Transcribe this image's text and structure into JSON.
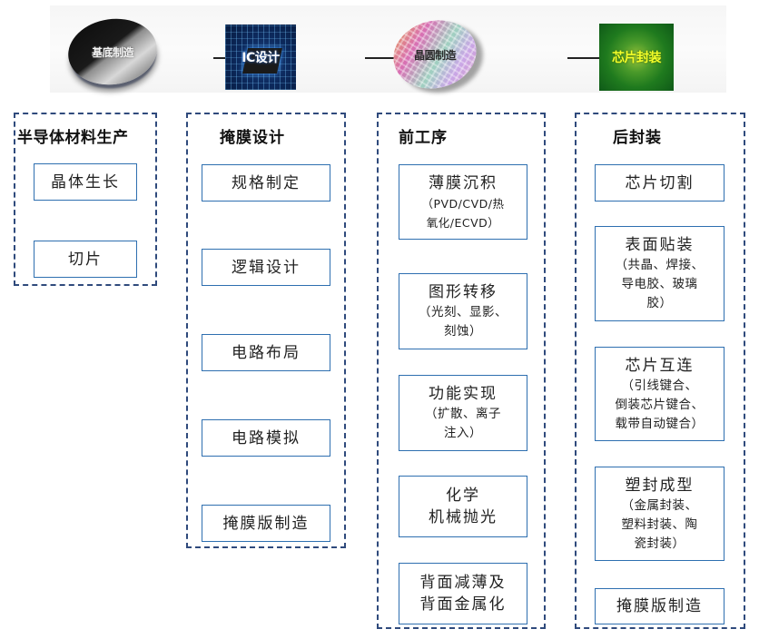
{
  "banner": {
    "stages": [
      {
        "label": "基底制造",
        "icon": "silicon-substrate-disc"
      },
      {
        "label": "IC设计",
        "icon": "ic-chip-circuit"
      },
      {
        "label": "晶圆制造",
        "icon": "wafer"
      },
      {
        "label": "芯片封装",
        "icon": "chip-package"
      }
    ],
    "arrow_icon": "right-arrow"
  },
  "columns": [
    {
      "title": "半导体材料生产",
      "steps": [
        {
          "main": "晶体生长"
        },
        {
          "main": "切片"
        }
      ]
    },
    {
      "title": "掩膜设计",
      "steps": [
        {
          "main": "规格制定"
        },
        {
          "main": "逻辑设计"
        },
        {
          "main": "电路布局"
        },
        {
          "main": "电路模拟"
        },
        {
          "main": "掩膜版制造"
        }
      ]
    },
    {
      "title": "前工序",
      "steps": [
        {
          "main": "薄膜沉积",
          "sub1": "（PVD/CVD/热",
          "sub2": "氧化/ECVD）"
        },
        {
          "main": "图形转移",
          "sub1": "（光刻、显影、",
          "sub2": "刻蚀）"
        },
        {
          "main": "功能实现",
          "sub1": "（扩散、离子",
          "sub2": "注入）"
        },
        {
          "main": "化学",
          "main2": "机械抛光"
        },
        {
          "main": "背面减薄及",
          "main2": "背面金属化"
        }
      ]
    },
    {
      "title": "后封装",
      "steps": [
        {
          "main": "芯片切割"
        },
        {
          "main": "表面贴装",
          "sub1": "（共晶、焊接、",
          "sub2": "导电胶、玻璃",
          "sub3": "胶）"
        },
        {
          "main": "芯片互连",
          "sub1": "（引线键合、",
          "sub2": "倒装芯片键合、",
          "sub3": "载带自动键合）"
        },
        {
          "main": "塑封成型",
          "sub1": "（金属封装、",
          "sub2": "塑料封装、陶",
          "sub3": "瓷封装）"
        },
        {
          "main": "掩膜版制造"
        }
      ]
    }
  ]
}
